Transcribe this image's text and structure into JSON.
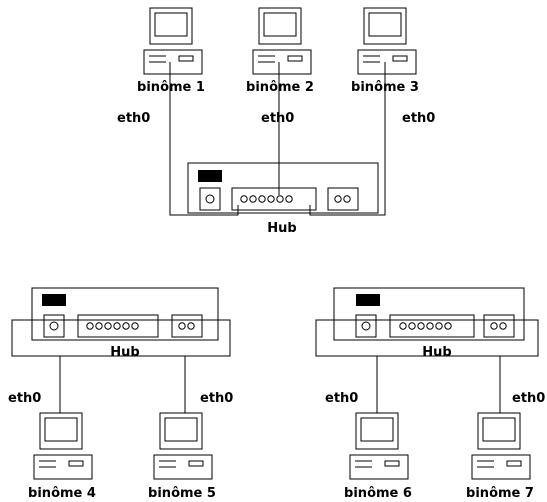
{
  "computers": [
    {
      "id": "pc1",
      "label": "binôme 1",
      "iface": "eth0"
    },
    {
      "id": "pc2",
      "label": "binôme 2",
      "iface": "eth0"
    },
    {
      "id": "pc3",
      "label": "binôme 3",
      "iface": "eth0"
    },
    {
      "id": "pc4",
      "label": "binôme 4",
      "iface": "eth0"
    },
    {
      "id": "pc5",
      "label": "binôme 5",
      "iface": "eth0"
    },
    {
      "id": "pc6",
      "label": "binôme 6",
      "iface": "eth0"
    },
    {
      "id": "pc7",
      "label": "binôme 7",
      "iface": "eth0"
    }
  ],
  "hubs": [
    {
      "id": "hub-top",
      "label": "Hub"
    },
    {
      "id": "hub-left",
      "label": "Hub"
    },
    {
      "id": "hub-right",
      "label": "Hub"
    }
  ]
}
